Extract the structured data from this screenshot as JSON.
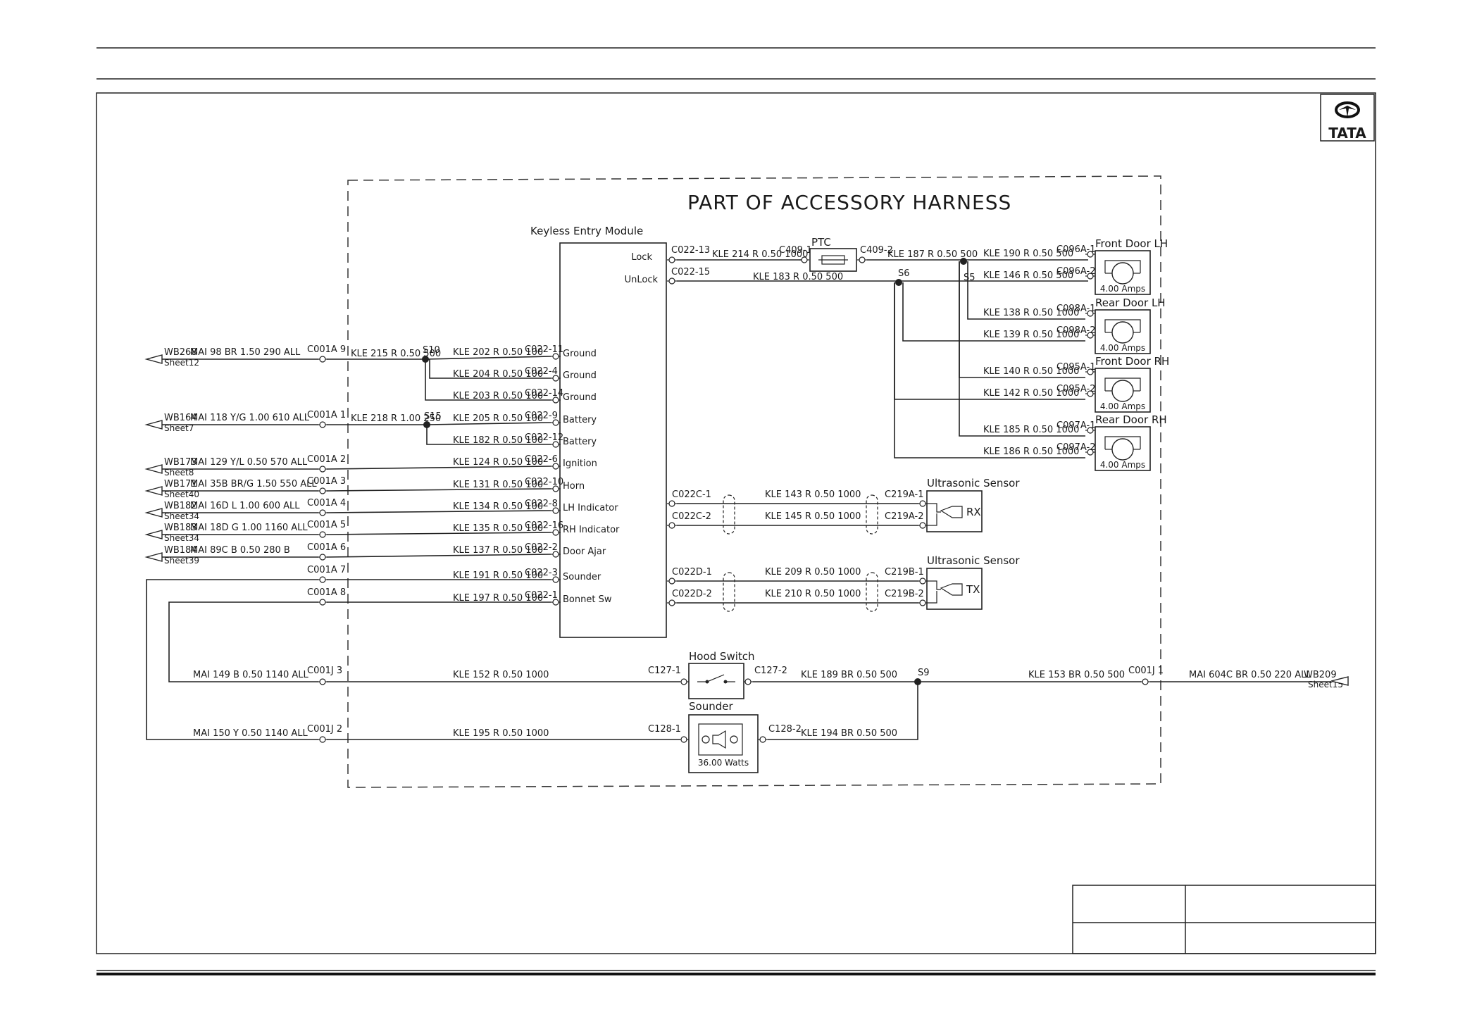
{
  "logo": {
    "text": "TATA"
  },
  "harness_title": "PART OF ACCESSORY HARNESS",
  "module": {
    "title": "Keyless Entry Module",
    "lock": "Lock",
    "unlock": "UnLock",
    "pins": [
      "Ground",
      "Ground",
      "Ground",
      "Battery",
      "Battery",
      "Ignition",
      "Horn",
      "LH Indicator",
      "RH Indicator",
      "Door Ajar",
      "Sounder",
      "Bonnet Sw"
    ]
  },
  "left_wires": [
    {
      "id": "WB268",
      "spec": "MAI   98  BR  1.50  290  ALL",
      "sheet": "Sheet12"
    },
    {
      "id": "WB164",
      "spec": "MAI   118  Y/G  1.00  610  ALL",
      "sheet": "Sheet7"
    },
    {
      "id": "WB173",
      "spec": "MAI   129  Y/L  0.50  570  ALL",
      "sheet": "Sheet8"
    },
    {
      "id": "WB171",
      "spec": "MAI   35B  BR/G  1.50  550  ALL",
      "sheet": "Sheet40"
    },
    {
      "id": "WB182",
      "spec": "MAI   16D  L  1.00  600  ALL",
      "sheet": "Sheet34"
    },
    {
      "id": "WB183",
      "spec": "MAI   18D  G  1.00  1160  ALL",
      "sheet": "Sheet34"
    },
    {
      "id": "WB184",
      "spec": "MAI   89C  B  0.50  280  B",
      "sheet": "Sheet39"
    }
  ],
  "c001a": [
    "C001A  9",
    "C001A  1",
    "C001A  2",
    "C001A  3",
    "C001A  4",
    "C001A  5",
    "C001A  6",
    "C001A  7",
    "C001A  8"
  ],
  "splice_wires": [
    "KLE  215  R  0.50  500",
    "KLE  218  R  1.00  250"
  ],
  "splices": {
    "s10": "S10",
    "s15": "S15",
    "s5": "S5",
    "s6": "S6",
    "s9": "S9"
  },
  "module_wires": [
    "KLE  202  R  0.50  100",
    "KLE  204  R  0.50  100",
    "KLE  203  R  0.50  100",
    "KLE  205  R  0.50  100",
    "KLE  182  R  0.50  100",
    "KLE  124  R  0.50  100",
    "KLE  131  R  0.50  100",
    "KLE  134  R  0.50  100",
    "KLE  135  R  0.50  100",
    "KLE  137  R  0.50  100",
    "KLE  191  R  0.50  100",
    "KLE  197  R  0.50  100"
  ],
  "c022_pins": [
    "C022-11",
    "C022-4",
    "C022-14",
    "C022-9",
    "C022-12",
    "C022-6",
    "C022-10",
    "C022-8",
    "C022-16",
    "C022-2",
    "C022-3",
    "C022-1"
  ],
  "lock_circuit": {
    "c022_13": "C022-13",
    "c022_15": "C022-15",
    "w214": "KLE  214  R  0.50  1000",
    "w183": "KLE   183  R  0.50  500",
    "c409_1": "C409-1",
    "ptc": "PTC",
    "c409_2": "C409-2",
    "w187": "KLE  187  R  0.50  500"
  },
  "doors": [
    {
      "name": "Front Door  LH",
      "w1": "KLE  190  R  0.50  500",
      "c1": "C096A-1",
      "w2": "KLE  146  R  0.50  500",
      "c2": "C096A-2",
      "amps": "4.00 Amps"
    },
    {
      "name": "Rear Door  LH",
      "w1": "KLE  138  R  0.50  1000",
      "c1": "C098A-1",
      "w2": "KLE  139  R  0.50  1000",
      "c2": "C098A-2",
      "amps": "4.00 Amps"
    },
    {
      "name": "Front Door  RH",
      "w1": "KLE  140  R  0.50  1000",
      "c1": "C095A-1",
      "w2": "KLE  142  R  0.50  1000",
      "c2": "C095A-2",
      "amps": "4.00 Amps"
    },
    {
      "name": "Rear Door  RH",
      "w1": "KLE  185  R  0.50  1000",
      "c1": "C097A-1",
      "w2": "KLE  186  R  0.50  1000",
      "c2": "C097A-2",
      "amps": "4.00 Amps"
    }
  ],
  "sensors": [
    {
      "title": "Ultrasonic Sensor",
      "l1": "C022C-1",
      "l2": "C022C-2",
      "w1": "KLE    143  R  0.50  1000",
      "w2": "KLE    145  R  0.50  1000",
      "r1": "C219A-1",
      "r2": "C219A-2",
      "mode": "RX"
    },
    {
      "title": "Ultrasonic Sensor",
      "l1": "C022D-1",
      "l2": "C022D-2",
      "w1": "KLE    209  R  0.50  1000",
      "w2": "KLE    210  R  0.50  1000",
      "r1": "C219B-1",
      "r2": "C219B-2",
      "mode": "TX"
    }
  ],
  "hood": {
    "left_wire": "MAI    149  B  0.50  1140  ALL",
    "c001j": "C001J  3",
    "kle_wire": "KLE  152  R  0.50  1000",
    "c127_1": "C127-1",
    "title": "Hood Switch",
    "c127_2": "C127-2",
    "w189": "KLE    189  BR  0.50  500",
    "w153": "KLE     153  BR  0.50  500",
    "c001j_1": "C001J  1",
    "out_wire": "MAI  604C  BR  0.50  220  ALL",
    "out_id": "WB209",
    "out_sheet": "Sheet15"
  },
  "sounder": {
    "left_wire": "MAI    150  Y  0.50  1140  ALL",
    "c001j": "C001J  2",
    "kle_wire": "KLE  195  R  0.50  1000",
    "c128_1": "C128-1",
    "title": "Sounder",
    "c128_2": "C128-2",
    "w194": "KLE     194  BR  0.50  500",
    "watts": "36.00 Watts"
  }
}
